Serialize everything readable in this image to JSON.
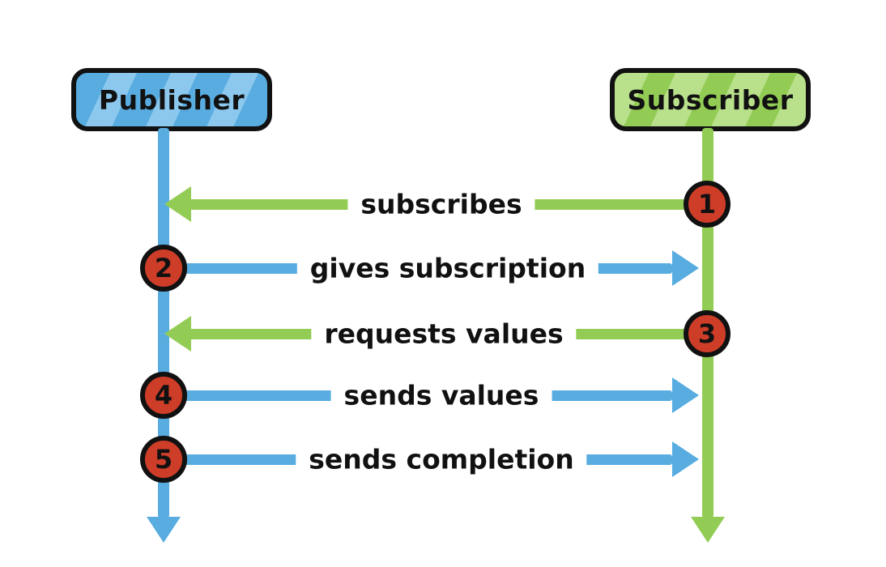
{
  "diagram": {
    "type": "sequence-diagram",
    "actors": [
      {
        "name": "Publisher",
        "color": "#58ace0"
      },
      {
        "name": "Subscriber",
        "color": "#93cc55"
      }
    ],
    "messages": [
      {
        "step": "1",
        "label": "subscribes",
        "from": "Subscriber",
        "to": "Publisher",
        "direction": "left",
        "color": "#93cc55"
      },
      {
        "step": "2",
        "label": "gives subscription",
        "from": "Publisher",
        "to": "Subscriber",
        "direction": "right",
        "color": "#58ace0"
      },
      {
        "step": "3",
        "label": "requests values",
        "from": "Subscriber",
        "to": "Publisher",
        "direction": "left",
        "color": "#93cc55"
      },
      {
        "step": "4",
        "label": "sends values",
        "from": "Publisher",
        "to": "Subscriber",
        "direction": "right",
        "color": "#58ace0"
      },
      {
        "step": "5",
        "label": "sends completion",
        "from": "Publisher",
        "to": "Subscriber",
        "direction": "right",
        "color": "#58ace0"
      }
    ]
  },
  "colors": {
    "blue": "#58ace0",
    "blue_light": "#8cc8ee",
    "green": "#93cc55",
    "green_light": "#b9e08b",
    "red": "#ce3d28",
    "outline": "#111111",
    "background": "#ffffff",
    "text": "#111111"
  }
}
